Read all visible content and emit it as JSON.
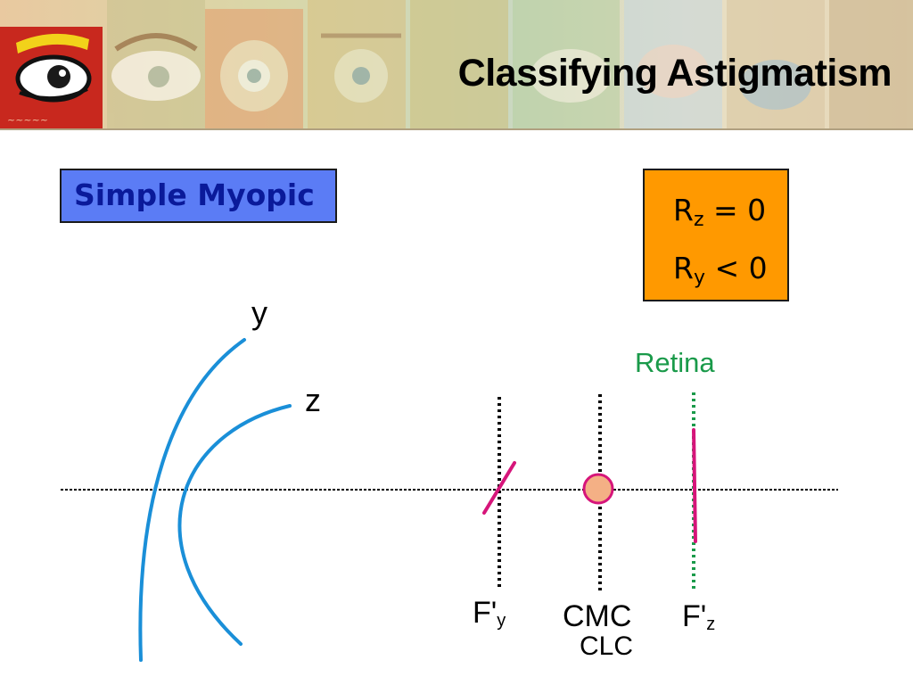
{
  "slide": {
    "title": "Classifying Astigmatism",
    "type_label": "Simple Myopic",
    "conditions": {
      "z": {
        "main": "R",
        "sub": "z",
        "rest": " = 0"
      },
      "y": {
        "main": "R",
        "sub": "y",
        "rest": " < 0"
      }
    }
  },
  "diagram": {
    "meridian_y_label": "y",
    "meridian_z_label": "z",
    "retina_label": "Retina",
    "focal_y": {
      "main": "F'",
      "sub": "y"
    },
    "cmc_label": "CMC",
    "clc_label": "CLC",
    "focal_z": {
      "main": "F'",
      "sub": "z"
    }
  },
  "colors": {
    "title_box_fill": "#5b7cf5",
    "title_box_text": "#0a1a9a",
    "condition_box_fill": "#ff9900",
    "meridian_curves": "#1a8fd8",
    "focal_lines": "#d6157a",
    "circle_fill": "#f4b085",
    "retina": "#1a9a4a"
  }
}
